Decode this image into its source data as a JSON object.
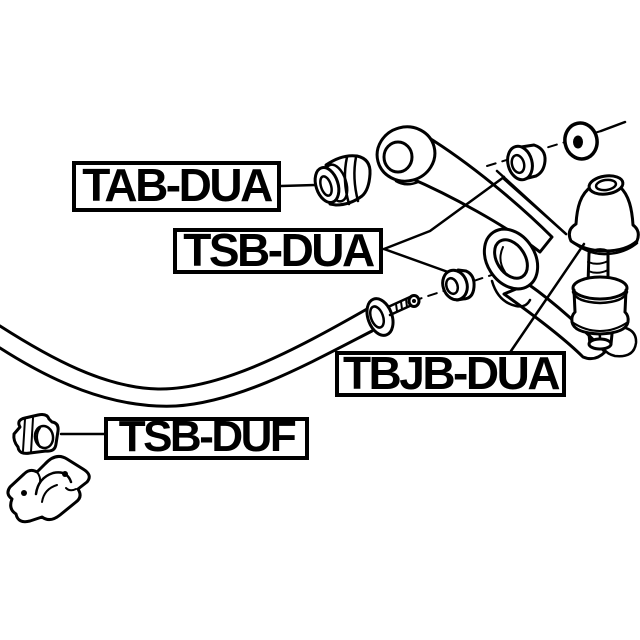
{
  "canvas": {
    "background_color": "#ffffff",
    "line_color": "#000000",
    "description": "Exploded suspension parts diagram: front control arm with bushings, ball joint and stabilizer bar with bushing and bracket"
  },
  "labels": {
    "tab_dua": "TAB-DUA",
    "tsb_dua": "TSB-DUA",
    "tbjb_dua": "TBJB-DUA",
    "tsb_duf": "TSB-DUF"
  }
}
